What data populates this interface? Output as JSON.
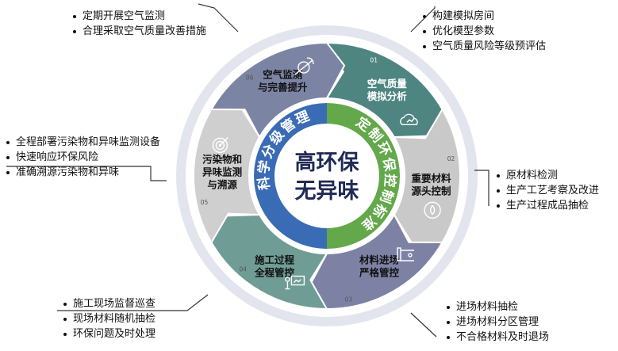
{
  "center": {
    "title_line1": "高环保",
    "title_line2": "无异味",
    "ring_top_left": "科学分级管理",
    "ring_top_right": "定制环保控制标准"
  },
  "segments": [
    {
      "num": "01",
      "line1": "空气质量",
      "line2": "模拟分析",
      "color": "#4e8580",
      "icon": "cloud-icon"
    },
    {
      "num": "02",
      "line1": "重要材料",
      "line2": "源头控制",
      "color": "#c9c9c9",
      "icon": "flame-drop-icon"
    },
    {
      "num": "03",
      "line1": "材料进场",
      "line2": "严格管控",
      "color": "#7d82a5",
      "icon": "barrier-gate-icon"
    },
    {
      "num": "04",
      "line1": "施工过程",
      "line2": "全程管控",
      "color": "#6f9d95",
      "icon": "presentation-board-icon"
    },
    {
      "num": "05",
      "line1": "污染物和",
      "line2": "异味监测",
      "line3": "与溯源",
      "color": "#cfcfcf",
      "icon": "target-icon"
    },
    {
      "num": "06",
      "line1": "空气监测",
      "line2": "与完善提升",
      "color": "#7c84a4",
      "icon": "satellite-icon"
    }
  ],
  "callouts": {
    "c01": [
      "构建模拟房间",
      "优化模型参数",
      "空气质量风险等级预评估"
    ],
    "c02": [
      "原材料检测",
      "生产工艺考察及改进",
      "生产过程成品抽检"
    ],
    "c03": [
      "进场材料抽检",
      "进场材料分区管理",
      "不合格材料及时退场"
    ],
    "c04": [
      "施工现场监督巡查",
      "现场材料随机抽检",
      "环保问题及时处理"
    ],
    "c05": [
      "全程部署污染物和异味监测设备",
      "快速响应环保风险",
      "准确溯源污染物和异味"
    ],
    "c06": [
      "定期开展空气监测",
      "合理采取空气质量改善措施"
    ]
  },
  "colors": {
    "blue_ring": "#3a6cb5",
    "green_ring": "#63a84a",
    "center_bg": "#ffffff",
    "center_text": "#1f2a55",
    "outer_ring": "#dfe1ea"
  }
}
